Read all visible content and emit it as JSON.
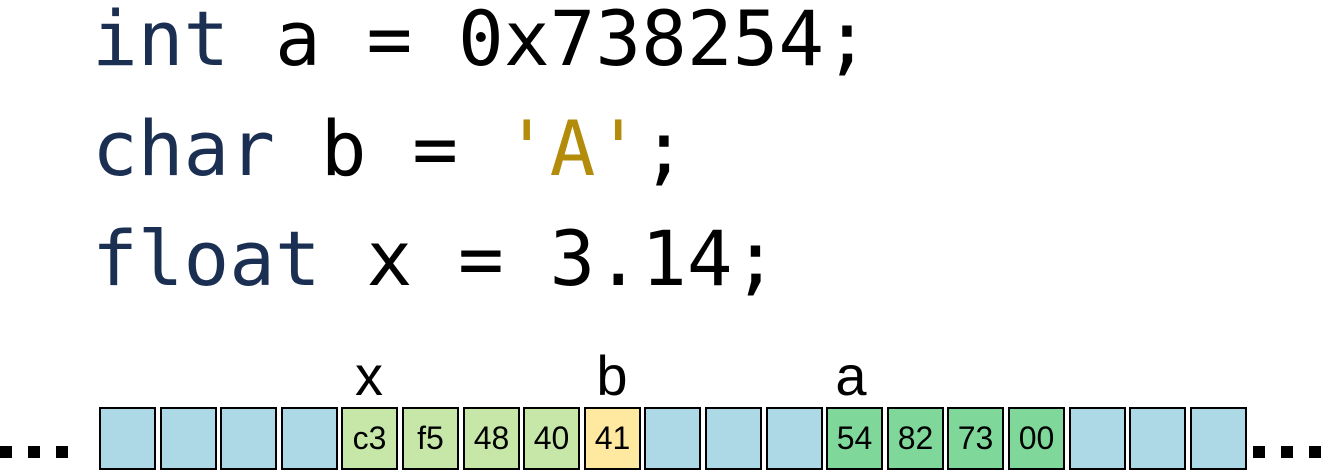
{
  "code": [
    {
      "type": "int",
      "rest": " a = 0x738254;",
      "value_str": ""
    },
    {
      "type": "char",
      "pre": " b = ",
      "str": "'A'",
      "post": ";"
    },
    {
      "type": "float",
      "rest": " x = 3.14;"
    }
  ],
  "colors": {
    "keyword": "#1a2f52",
    "char_literal": "#b38c0c",
    "empty_cell": "#add8e6",
    "x_cell": "#c6e7a8",
    "b_cell": "#ffe8a0",
    "a_cell": "#7fd89a"
  },
  "memory": {
    "labels": [
      {
        "name": "x"
      },
      {
        "name": "b"
      },
      {
        "name": "a"
      }
    ],
    "cells": [
      {
        "text": "",
        "owner": "empty"
      },
      {
        "text": "",
        "owner": "empty"
      },
      {
        "text": "",
        "owner": "empty"
      },
      {
        "text": "",
        "owner": "empty"
      },
      {
        "text": "c3",
        "owner": "x"
      },
      {
        "text": "f5",
        "owner": "x"
      },
      {
        "text": "48",
        "owner": "x"
      },
      {
        "text": "40",
        "owner": "x"
      },
      {
        "text": "41",
        "owner": "b"
      },
      {
        "text": "",
        "owner": "empty"
      },
      {
        "text": "",
        "owner": "empty"
      },
      {
        "text": "",
        "owner": "empty"
      },
      {
        "text": "54",
        "owner": "a"
      },
      {
        "text": "82",
        "owner": "a"
      },
      {
        "text": "73",
        "owner": "a"
      },
      {
        "text": "00",
        "owner": "a"
      },
      {
        "text": "",
        "owner": "empty"
      },
      {
        "text": "",
        "owner": "empty"
      },
      {
        "text": "",
        "owner": "empty"
      }
    ]
  }
}
